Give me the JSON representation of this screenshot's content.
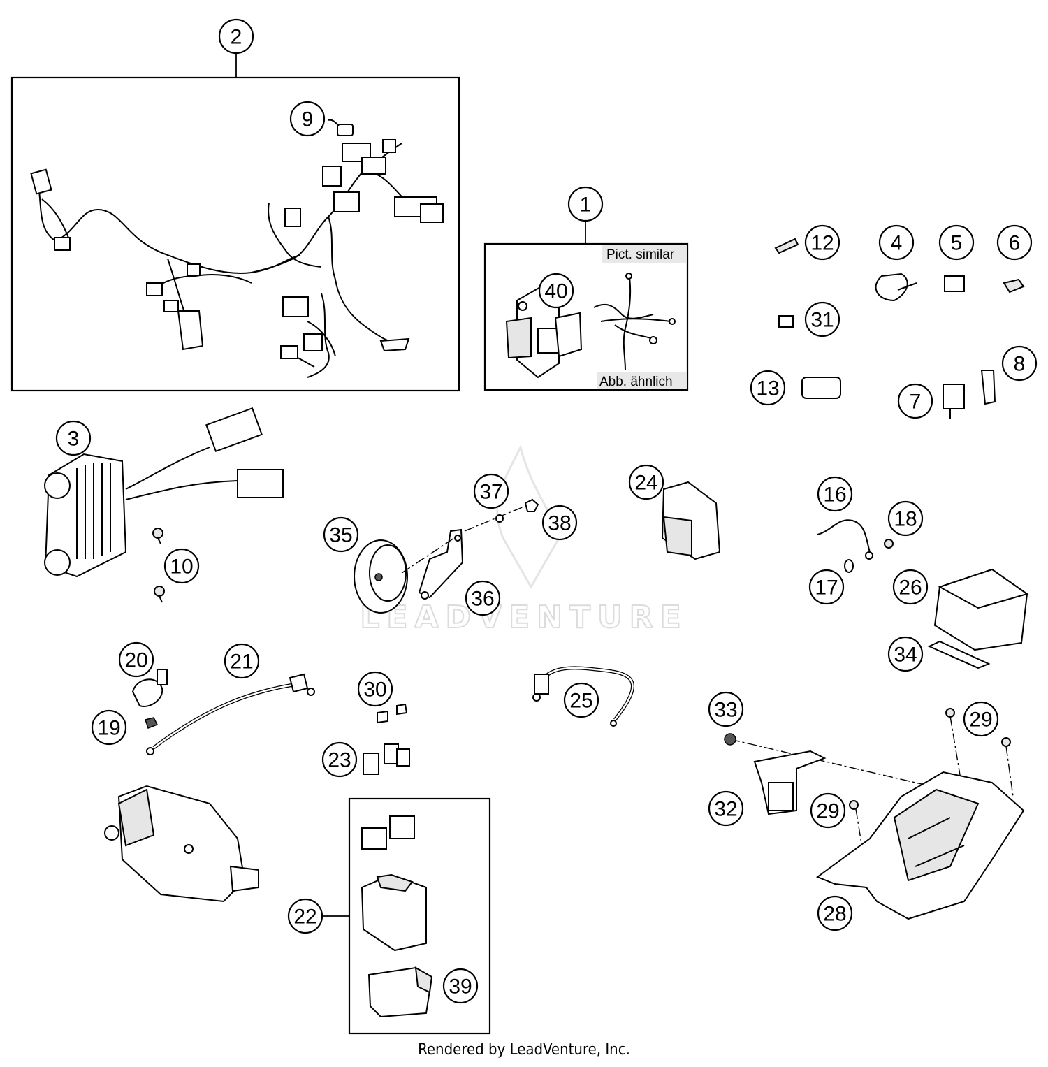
{
  "callouts": {
    "c1": "1",
    "c2": "2",
    "c3": "3",
    "c4": "4",
    "c5": "5",
    "c6": "6",
    "c7": "7",
    "c8": "8",
    "c9": "9",
    "c10": "10",
    "c12": "12",
    "c13": "13",
    "c16": "16",
    "c17": "17",
    "c18": "18",
    "c19": "19",
    "c20": "20",
    "c21": "21",
    "c22": "22",
    "c23": "23",
    "c24": "24",
    "c25": "25",
    "c26": "26",
    "c28": "28",
    "c29a": "29",
    "c29b": "29",
    "c30": "30",
    "c31": "31",
    "c32": "32",
    "c33": "33",
    "c34": "34",
    "c35": "35",
    "c36": "36",
    "c37": "37",
    "c38": "38",
    "c39": "39",
    "c40": "40"
  },
  "tags": {
    "pict_similar": "Pict. similar",
    "abb_aehnlich": "Abb. ähnlich"
  },
  "watermark": "LEADVENTURE",
  "footer": "Rendered by LeadVenture, Inc."
}
